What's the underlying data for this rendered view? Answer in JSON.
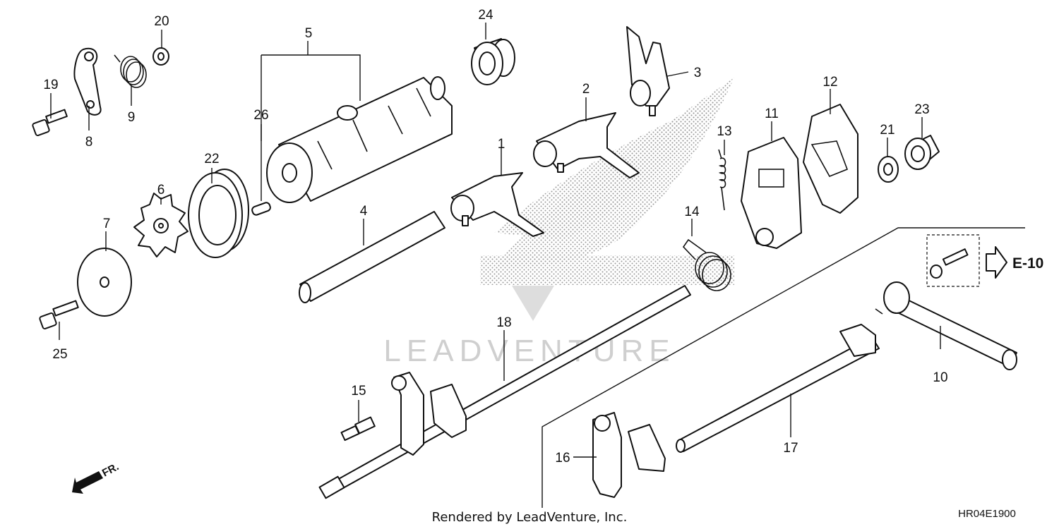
{
  "diagram": {
    "reference_tag": "E-10",
    "direction_label": "FR.",
    "watermark": "LEADVENTURE",
    "footer": "Rendered by LeadVenture, Inc.",
    "drawing_code": "HR04E1900",
    "colors": {
      "line": "#111111",
      "watermark": "#cfcfcf",
      "stipple": "#999999"
    }
  },
  "callouts": [
    {
      "id": "c1",
      "label": "1"
    },
    {
      "id": "c2",
      "label": "2"
    },
    {
      "id": "c3",
      "label": "3"
    },
    {
      "id": "c4",
      "label": "4"
    },
    {
      "id": "c5",
      "label": "5"
    },
    {
      "id": "c6",
      "label": "6"
    },
    {
      "id": "c7",
      "label": "7"
    },
    {
      "id": "c8",
      "label": "8"
    },
    {
      "id": "c9",
      "label": "9"
    },
    {
      "id": "c10",
      "label": "10"
    },
    {
      "id": "c11",
      "label": "11"
    },
    {
      "id": "c12",
      "label": "12"
    },
    {
      "id": "c13",
      "label": "13"
    },
    {
      "id": "c14",
      "label": "14"
    },
    {
      "id": "c15",
      "label": "15"
    },
    {
      "id": "c16",
      "label": "16"
    },
    {
      "id": "c17",
      "label": "17"
    },
    {
      "id": "c18",
      "label": "18"
    },
    {
      "id": "c19",
      "label": "19"
    },
    {
      "id": "c20",
      "label": "20"
    },
    {
      "id": "c21",
      "label": "21"
    },
    {
      "id": "c22",
      "label": "22"
    },
    {
      "id": "c23",
      "label": "23"
    },
    {
      "id": "c24",
      "label": "24"
    },
    {
      "id": "c25",
      "label": "25"
    },
    {
      "id": "c26",
      "label": "26"
    }
  ]
}
